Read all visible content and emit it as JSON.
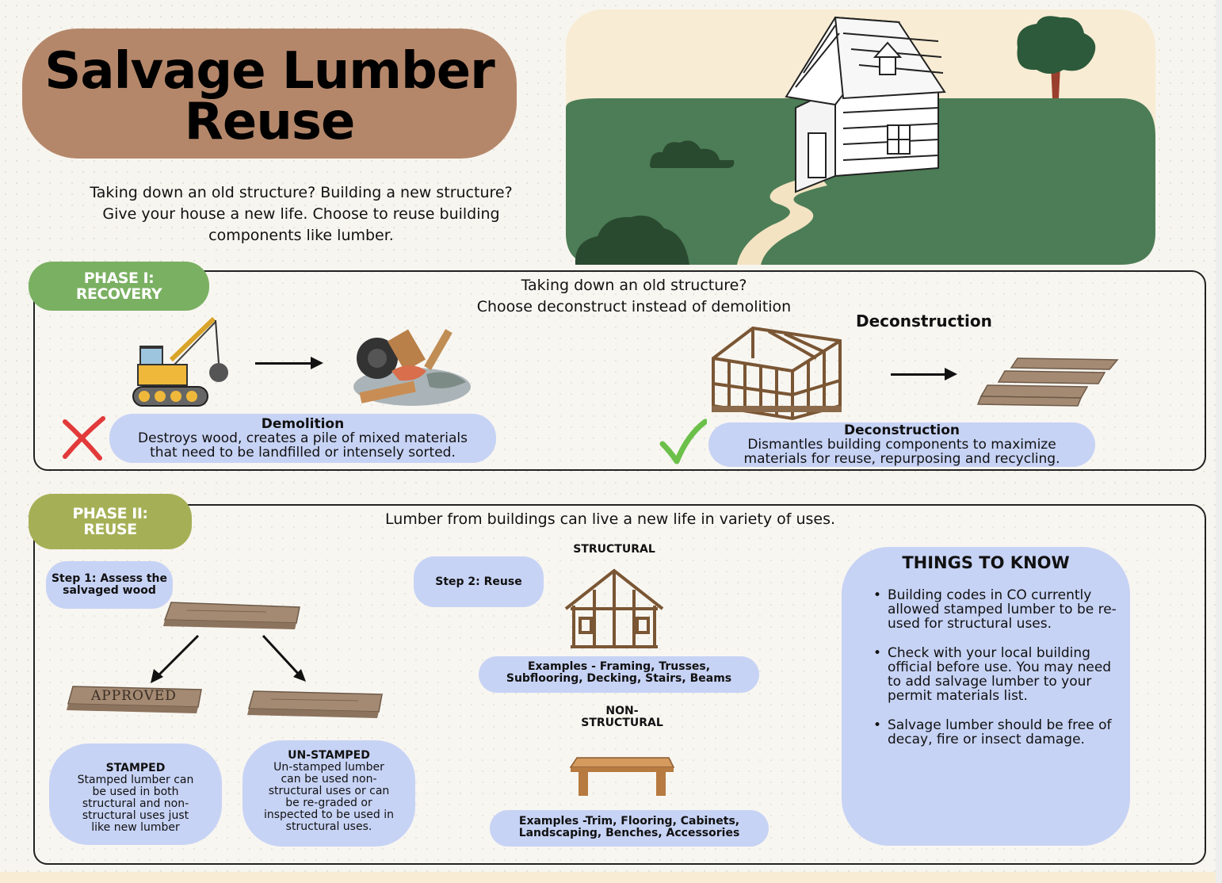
{
  "title": {
    "line1": "Salvage Lumber",
    "line2": "Reuse"
  },
  "intro": {
    "line1": "Taking down an old structure? Building a new structure?",
    "line2": "Give your house a new life. Choose to reuse building",
    "line3": "components like lumber."
  },
  "colors": {
    "title_pill": "#b5876a",
    "phase1": "#7ab062",
    "phase2": "#a5b056",
    "bubble": "#c7d3f5",
    "grass": "#4c7d56",
    "sky": "#f8ecd4"
  },
  "phase1": {
    "tag_line1": "PHASE I:",
    "tag_line2": "RECOVERY",
    "question_line1": "Taking down an old structure?",
    "question_line2": "Choose deconstruct instead of demolition",
    "deconstruction_heading": "Deconstruction",
    "demolition": {
      "title": "Demolition",
      "line1": "Destroys wood, creates a pile of mixed materials",
      "line2": "that need to be landfilled or intensely sorted.",
      "mark_icon": "red-x-icon"
    },
    "deconstruction": {
      "title": "Deconstruction",
      "line1": "Dismantles building components to maximize",
      "line2": "materials for reuse, repurposing and recycling.",
      "mark_icon": "green-check-icon"
    }
  },
  "phase2": {
    "tag_line1": "PHASE II:",
    "tag_line2": "REUSE",
    "intro": "Lumber from buildings can live a new life in variety of uses.",
    "step1_line1": "Step 1: Assess the",
    "step1_line2": "salvaged wood",
    "stamp_text": "APPROVED",
    "stamped": {
      "title": "STAMPED",
      "lines": [
        "Stamped lumber can",
        "be used in both",
        "structural and non-",
        "structural uses just",
        "like new lumber"
      ]
    },
    "unstamped": {
      "title": "UN-STAMPED",
      "lines": [
        "Un-stamped lumber",
        "can be used non-",
        "structural uses or can",
        "be re-graded or",
        "inspected to be used in",
        "structural uses."
      ]
    },
    "step2": "Step 2: Reuse",
    "structural_label": "STRUCTURAL",
    "structural_examples_line1": "Examples - Framing, Trusses,",
    "structural_examples_line2": "Subflooring, Decking, Stairs, Beams",
    "nonstructural_label_line1": "NON-",
    "nonstructural_label_line2": "STRUCTURAL",
    "nonstructural_examples_line1": "Examples -Trim, Flooring, Cabinets,",
    "nonstructural_examples_line2": "Landscaping, Benches, Accessories"
  },
  "things_to_know": {
    "title": "THINGS TO KNOW",
    "items": [
      "Building codes in CO currently allowed stamped lumber to be re-used for structural uses.",
      "Check with your local building official before use. You may need to add salvage lumber to your permit materials list.",
      " Salvage lumber should be free of decay, fire or insect damage."
    ]
  }
}
